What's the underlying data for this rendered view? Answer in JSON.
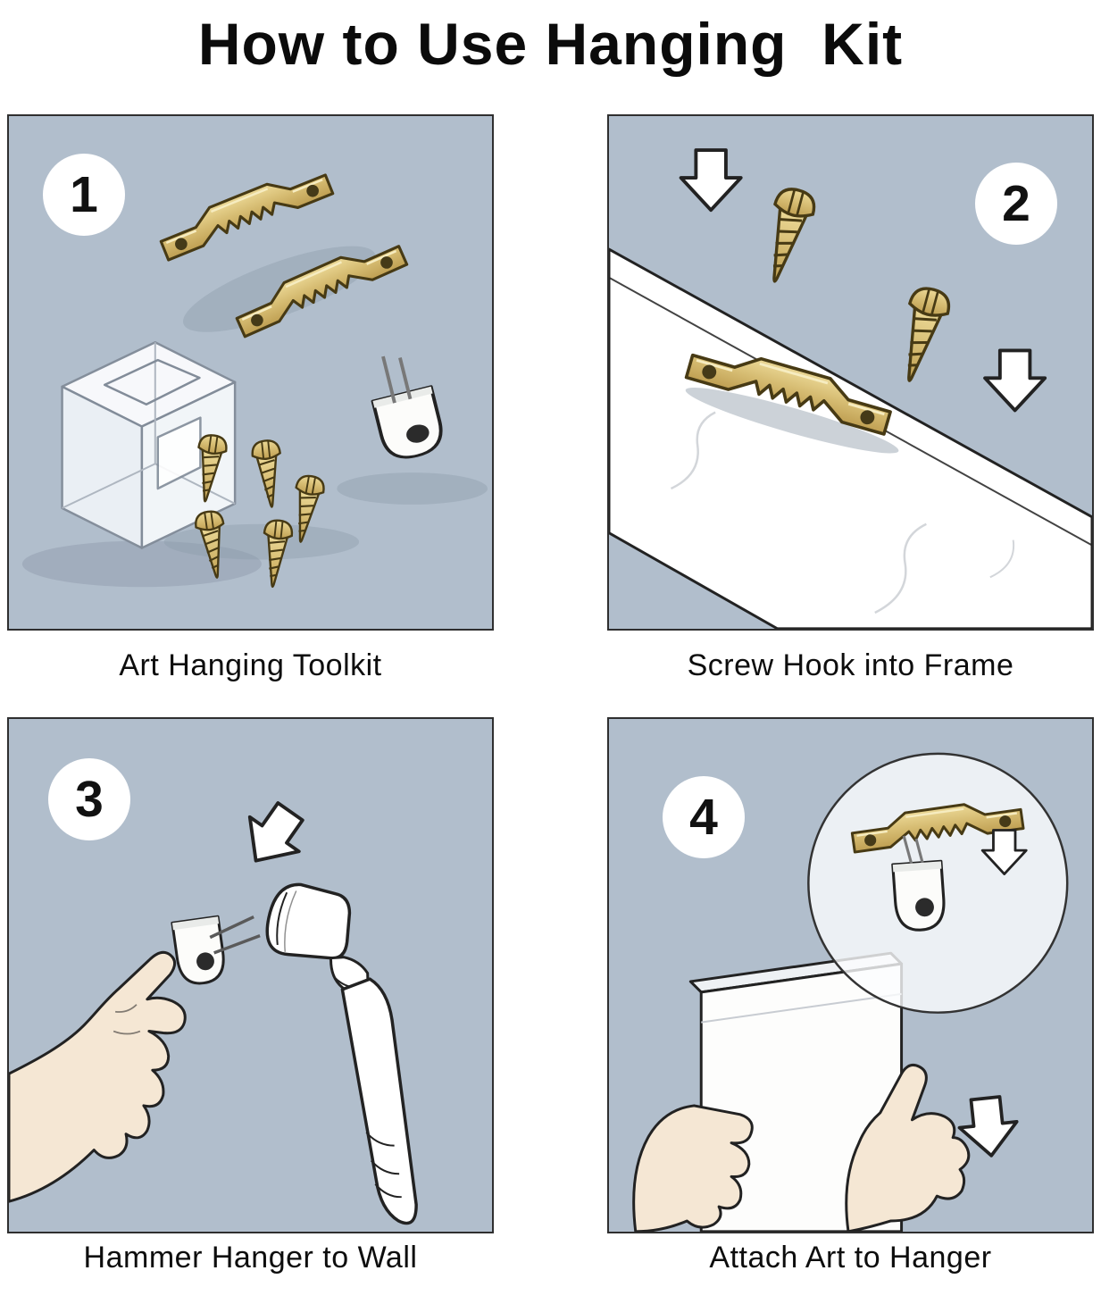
{
  "title": "How to Use Hanging  Kit",
  "steps": [
    {
      "number": "1",
      "caption": "Art Hanging Toolkit"
    },
    {
      "number": "2",
      "caption": "Screw Hook into Frame"
    },
    {
      "number": "3",
      "caption": "Hammer Hanger to Wall"
    },
    {
      "number": "4",
      "caption": "Attach Art to Hanger"
    }
  ],
  "icons": [
    "sawtooth-hanger-icon",
    "screw-icon",
    "wall-hanger-icon",
    "acrylic-box-icon",
    "down-arrow-icon",
    "hammer-icon",
    "hand-icon",
    "magnifier-circle",
    "art-frame-icon",
    "frame-board-icon"
  ],
  "colors": {
    "panel_background": "#b1becc",
    "brass": "#d6bc72",
    "outline": "#222222",
    "skin": "#f5e7d4",
    "white": "#ffffff"
  }
}
